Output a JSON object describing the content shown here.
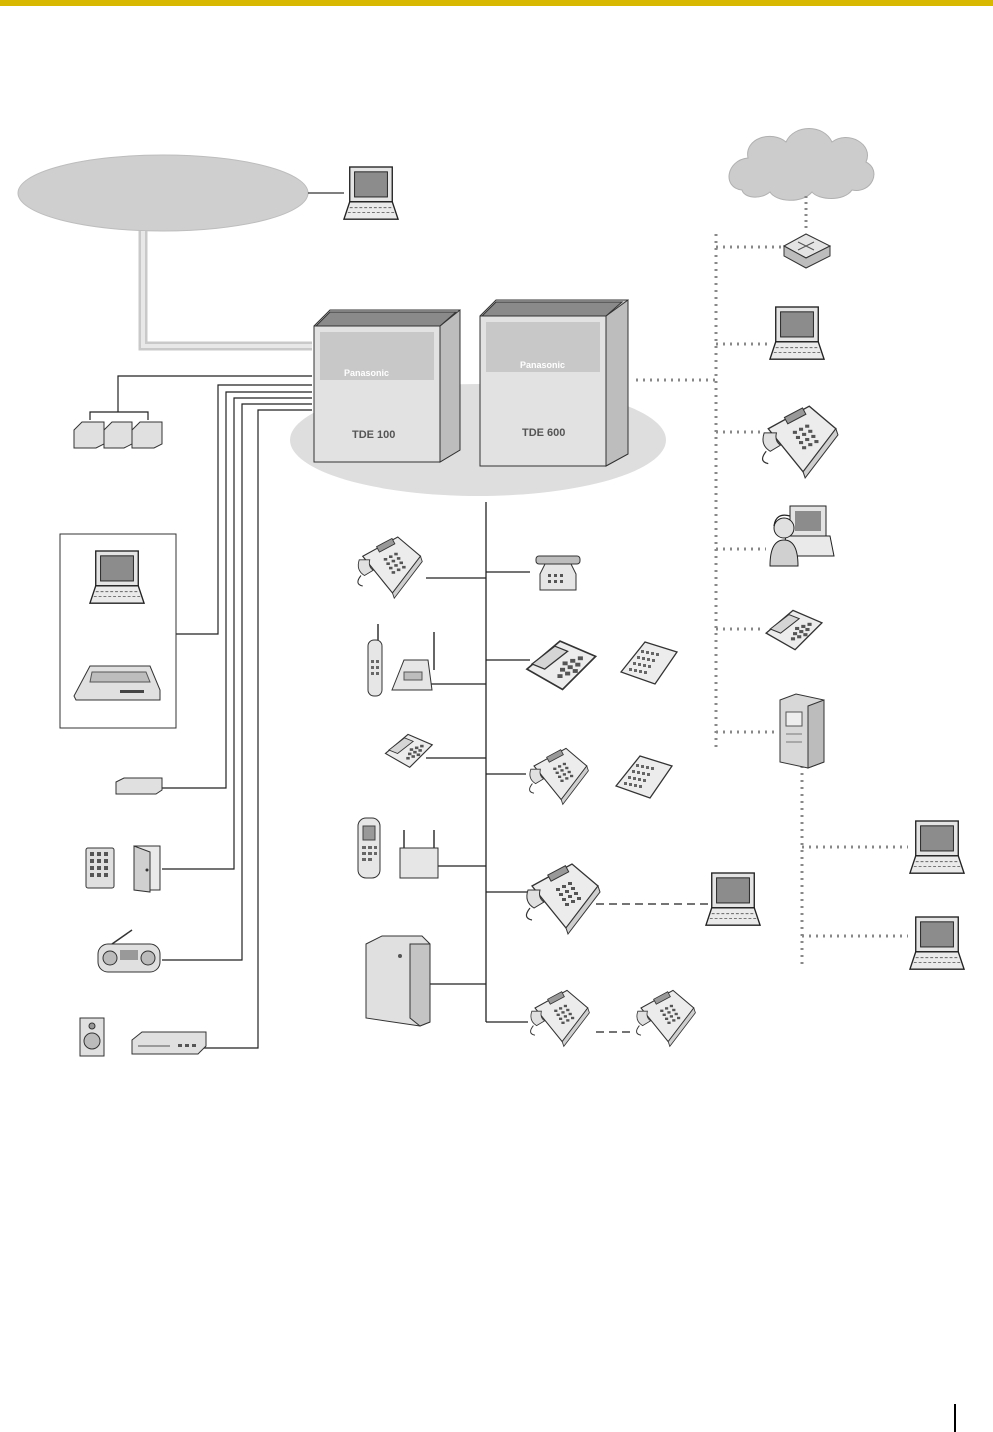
{
  "colors": {
    "top_bar": "#d8b800",
    "device_fill": "#d9d9d9",
    "device_dark": "#b5b5b5",
    "screen": "#8c8c8c",
    "network_oval": "#cfcfcf",
    "cloud": "#cccccc",
    "shadow": "#dedede"
  },
  "pbx": {
    "unit_1": {
      "brand": "Panasonic",
      "model": "TDE 100"
    },
    "unit_2": {
      "brand": "Panasonic",
      "model": "TDE 600"
    }
  },
  "icons": [
    "network-oval",
    "pc-icon",
    "internet-cloud-icon",
    "router-icon",
    "pbx-unit",
    "rack-devices-icon",
    "printer-icon",
    "sensor-icon",
    "doorphone-icon",
    "door-icon",
    "radio-icon",
    "speaker-icon",
    "amplifier-icon",
    "telephone-icon",
    "cordless-phone-icon",
    "antenna-base-icon",
    "single-line-phone-icon",
    "dect-handset-icon",
    "cell-station-icon",
    "voice-processing-unit-icon",
    "keypad-console-icon",
    "ip-phone-icon",
    "headset-user-icon",
    "sip-phone-icon",
    "server-icon"
  ]
}
